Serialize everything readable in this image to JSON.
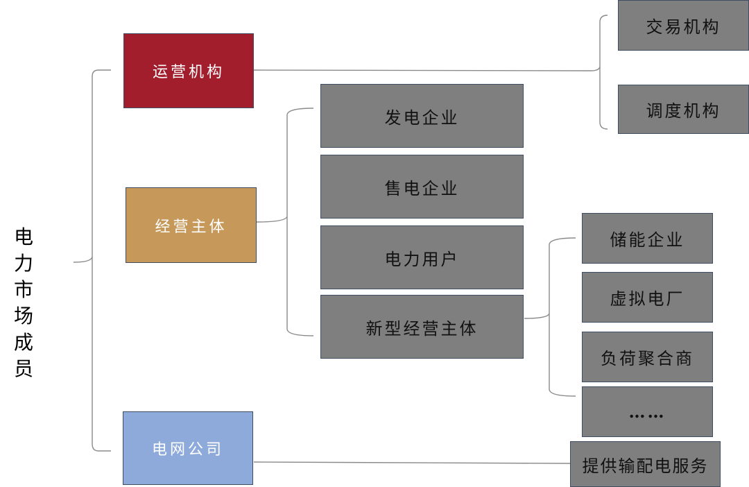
{
  "root": {
    "label": "电力市场成员"
  },
  "operators": {
    "label": "运营机构",
    "children": [
      "交易机构",
      "调度机构"
    ]
  },
  "entities": {
    "label": "经营主体",
    "children": [
      "发电企业",
      "售电企业",
      "电力用户",
      "新型经营主体"
    ]
  },
  "new_entities": {
    "children": [
      "储能企业",
      "虚拟电厂",
      "负荷聚合商",
      "……"
    ]
  },
  "grid": {
    "label": "电网公司",
    "service": "提供输配电服务"
  },
  "colors": {
    "operators": "#a21e2d",
    "entities": "#c6985a",
    "grid": "#8eaadb",
    "leaf": "#7f7f7f"
  }
}
